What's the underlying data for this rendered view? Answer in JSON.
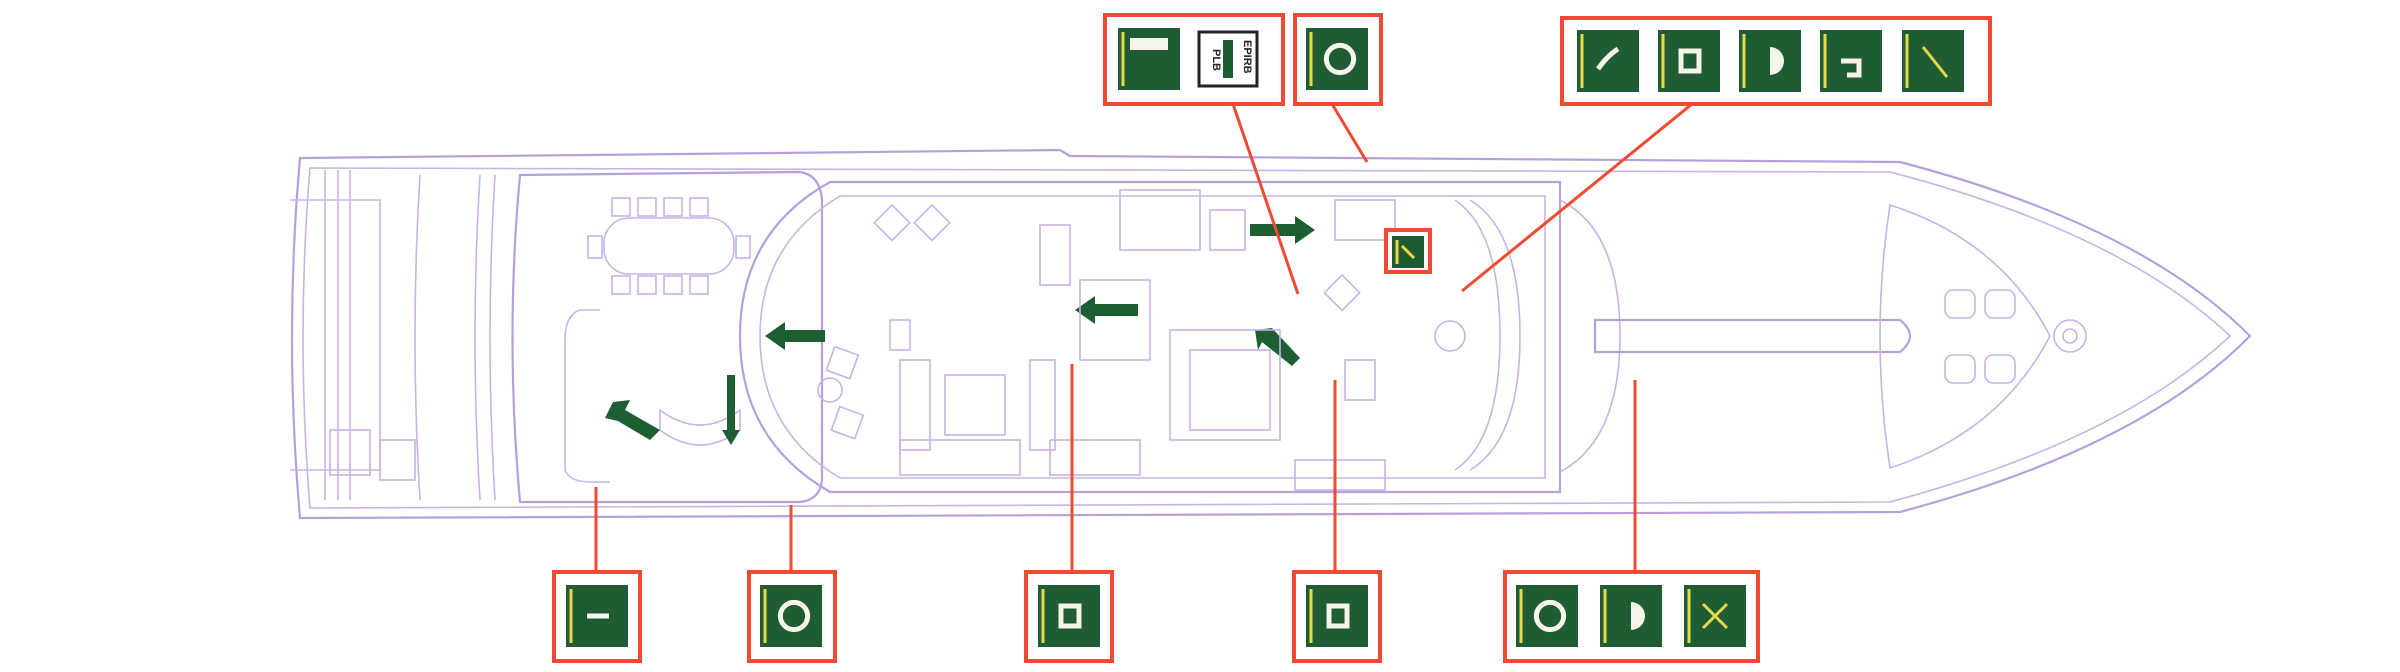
{
  "diagram": {
    "subject": "yacht-main-deck-safety-plan",
    "colors": {
      "hull_line": "#b79fdc",
      "callout": "#f04a33",
      "tile": "#1f5b33",
      "arrow": "#1d5e33",
      "accent_yellow": "#e8d84a"
    },
    "callouts_top": [
      {
        "id": "group-a",
        "icons": [
          "control-panel-icon",
          "epirb-plb-icon"
        ]
      },
      {
        "id": "group-b",
        "icons": [
          "lifebuoy-icon"
        ]
      },
      {
        "id": "group-c",
        "icons": [
          "fire-hose-icon",
          "fire-hydrant-icon",
          "emergency-light-icon",
          "fire-hose-reel-icon",
          "fire-axe-icon"
        ]
      }
    ],
    "callout_inline": {
      "id": "group-d",
      "icons": [
        "fire-alarm-call-point-icon"
      ]
    },
    "callouts_bottom": [
      {
        "id": "group-e",
        "icons": [
          "fire-extinguisher-icon"
        ]
      },
      {
        "id": "group-f",
        "icons": [
          "lifebuoy-icon"
        ]
      },
      {
        "id": "group-g",
        "icons": [
          "fire-hydrant-icon"
        ]
      },
      {
        "id": "group-h",
        "icons": [
          "fire-hydrant-icon"
        ]
      },
      {
        "id": "group-i",
        "icons": [
          "lifebuoy-icon",
          "emergency-light-icon",
          "muster-point-icon"
        ]
      }
    ],
    "epirb_labels": {
      "left": "PLB",
      "right": "EPIRB"
    }
  }
}
